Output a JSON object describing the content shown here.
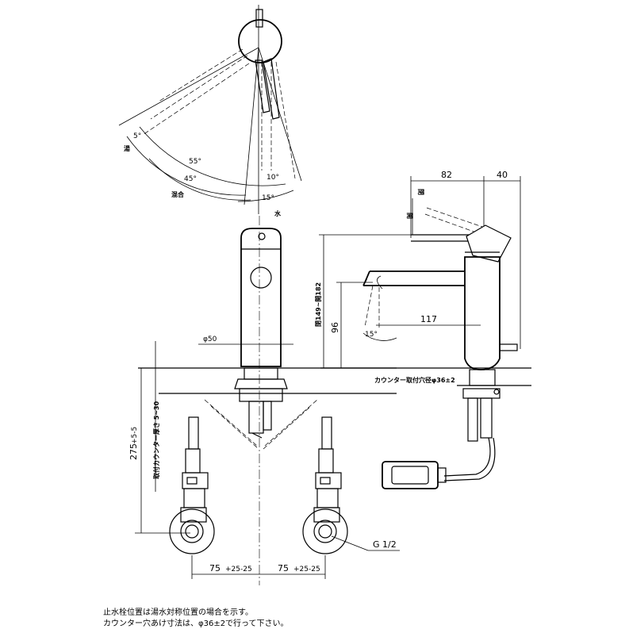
{
  "top_view": {
    "label_hot": "湯",
    "label_mix": "混合",
    "label_cold": "水",
    "angle_5": "5°",
    "angle_55": "55°",
    "angle_45": "45°",
    "angle_10": "10°",
    "angle_15": "15°"
  },
  "front_view": {
    "dim_d50": "φ50",
    "dim_counter": "取付カウンター厚さ 5~30",
    "dim_275": "275",
    "dim_275_tol": "+5-5",
    "dim_75_left": "75",
    "dim_75_left_tol": "+25-25",
    "dim_75_right": "75",
    "dim_75_right_tol": "+25-25",
    "label_g12": "G 1/2"
  },
  "side_view": {
    "dim_82": "82",
    "dim_40": "40",
    "label_open": "開",
    "label_close": "閉",
    "dim_height": "閉149~開182",
    "dim_96": "96",
    "dim_117": "117",
    "angle_15": "15°",
    "dim_hole": "カウンター取付穴径φ36±2"
  },
  "notes": {
    "line1": "止水栓位置は湯水対称位置の場合を示す。",
    "line2": "カウンター穴あけ寸法は、φ36±2で行って下さい。"
  }
}
